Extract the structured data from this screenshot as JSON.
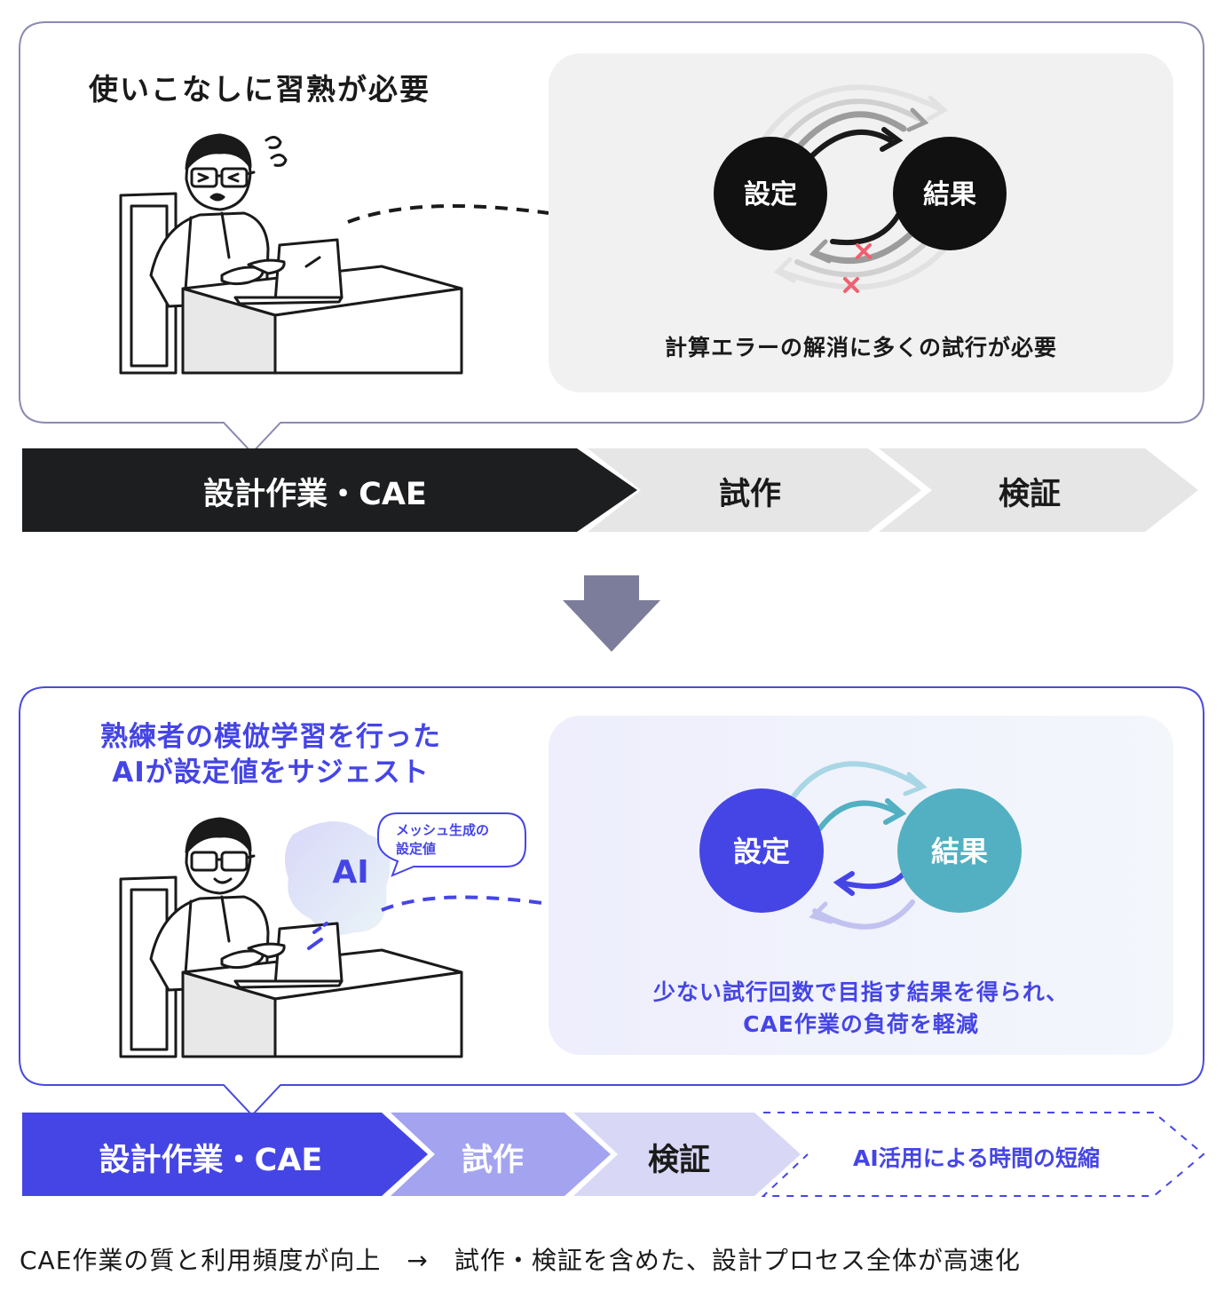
{
  "top": {
    "heading": "使いこなしに習熟が必要",
    "cycle": {
      "left": "設定",
      "right": "結果"
    },
    "caption": "計算エラーの解消に多くの試行が必要",
    "flow": [
      "設計作業・CAE",
      "試作",
      "検証"
    ]
  },
  "bottom": {
    "heading_line1": "熟練者の模倣学習を行った",
    "heading_line2": "AIが設定値をサジェスト",
    "ai_label": "AI",
    "bubble_line1": "メッシュ生成の",
    "bubble_line2": "設定値",
    "cycle": {
      "left": "設定",
      "right": "結果"
    },
    "caption_line1": "少ない試行回数で目指す結果を得られ、",
    "caption_line2": "CAE作業の負荷を軽減",
    "flow": [
      "設計作業・CAE",
      "試作",
      "検証",
      "AI活用による時間の短縮"
    ]
  },
  "footer": "CAE作業の質と利用頻度が向上　→　試作・検証を含めた、設計プロセス全体が高速化",
  "colors": {
    "dark": "#1d1e20",
    "gray_step": "#e6e6e6",
    "blue": "#4545e6",
    "blue_mid": "#a3a3f0",
    "blue_light": "#d8d8f6",
    "teal": "#52b0c2",
    "panel_gray": "#f1f1f1",
    "card_border": "#8a8ab4",
    "down_arrow": "#7b7d9a",
    "error_x": "#f06070"
  }
}
